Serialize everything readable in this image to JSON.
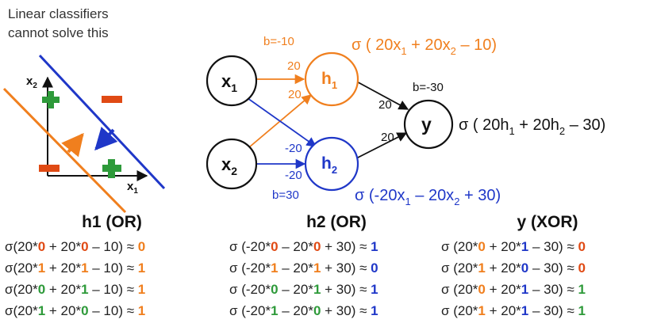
{
  "caption": {
    "line1": "Linear classifiers",
    "line2": "cannot solve this"
  },
  "plot": {
    "x_axis_label": "x",
    "x_axis_sub": "1",
    "y_axis_label": "x",
    "y_axis_sub": "2"
  },
  "network": {
    "nodes": {
      "x1": {
        "label": "x",
        "sub": "1"
      },
      "x2": {
        "label": "x",
        "sub": "2"
      },
      "h1": {
        "label": "h",
        "sub": "1"
      },
      "h2": {
        "label": "h",
        "sub": "2"
      },
      "y": {
        "label": "y"
      }
    },
    "weights": {
      "x1_h1": "20",
      "x2_h1": "20",
      "x1_h2": "-20",
      "x2_h2": "-20",
      "h1_y": "20",
      "h2_y": "20"
    },
    "biases": {
      "h1": "b=-10",
      "h2": "b=30",
      "y": "b=-30"
    },
    "formulas": {
      "h1": {
        "pre": "σ ( 20x",
        "s1": "1",
        "mid": " + 20x",
        "s2": "2",
        "post": " – 10)"
      },
      "h2": {
        "pre": "σ (-20x",
        "s1": "1",
        "mid": " – 20x",
        "s2": "2",
        "post": " + 30)"
      },
      "y": {
        "pre": "σ ( 20h",
        "s1": "1",
        "mid": " + 20h",
        "s2": "2",
        "post": " – 30)"
      }
    }
  },
  "tables": [
    {
      "title": "h1 (OR)",
      "rows": [
        {
          "a": "σ(20*",
          "x1": "0",
          "b": " + 20*",
          "x2": "0",
          "c": " – 10) ≈ ",
          "res": "0"
        },
        {
          "a": "σ(20*",
          "x1": "1",
          "b": " + 20*",
          "x2": "1",
          "c": " – 10) ≈ ",
          "res": "1"
        },
        {
          "a": "σ(20*",
          "x1": "0",
          "b": " + 20*",
          "x2": "1",
          "c": " – 10) ≈ ",
          "res": "1"
        },
        {
          "a": "σ(20*",
          "x1": "1",
          "b": " + 20*",
          "x2": "0",
          "c": " – 10) ≈ ",
          "res": "1"
        }
      ]
    },
    {
      "title": "h2 (OR)",
      "rows": [
        {
          "a": "σ (-20*",
          "x1": "0",
          "b": " – 20*",
          "x2": "0",
          "c": " + 30) ≈ ",
          "res": "1"
        },
        {
          "a": "σ (-20*",
          "x1": "1",
          "b": " – 20*",
          "x2": "1",
          "c": " + 30) ≈ ",
          "res": "0"
        },
        {
          "a": "σ (-20*",
          "x1": "0",
          "b": " – 20*",
          "x2": "1",
          "c": " + 30) ≈ ",
          "res": "1"
        },
        {
          "a": "σ (-20*",
          "x1": "1",
          "b": " – 20*",
          "x2": "0",
          "c": " + 30) ≈ ",
          "res": "1"
        }
      ]
    },
    {
      "title": "y (XOR)",
      "rows": [
        {
          "a": "σ (20*",
          "x1": "0",
          "b": " + 20*",
          "x2": "1",
          "c": " – 30) ≈ ",
          "res": "0"
        },
        {
          "a": "σ (20*",
          "x1": "1",
          "b": " + 20*",
          "x2": "0",
          "c": " – 30) ≈ ",
          "res": "0"
        },
        {
          "a": "σ (20*",
          "x1": "0",
          "b": " + 20*",
          "x2": "1",
          "c": " – 30) ≈ ",
          "res": "1"
        },
        {
          "a": "σ (20*",
          "x1": "1",
          "b": " + 20*",
          "x2": "1",
          "c": " – 30) ≈ ",
          "res": "1"
        }
      ]
    }
  ],
  "colors": {
    "orange": "#f07f1e",
    "blue": "#1f37c8",
    "green": "#2e9a3a",
    "red": "#e04a14"
  }
}
